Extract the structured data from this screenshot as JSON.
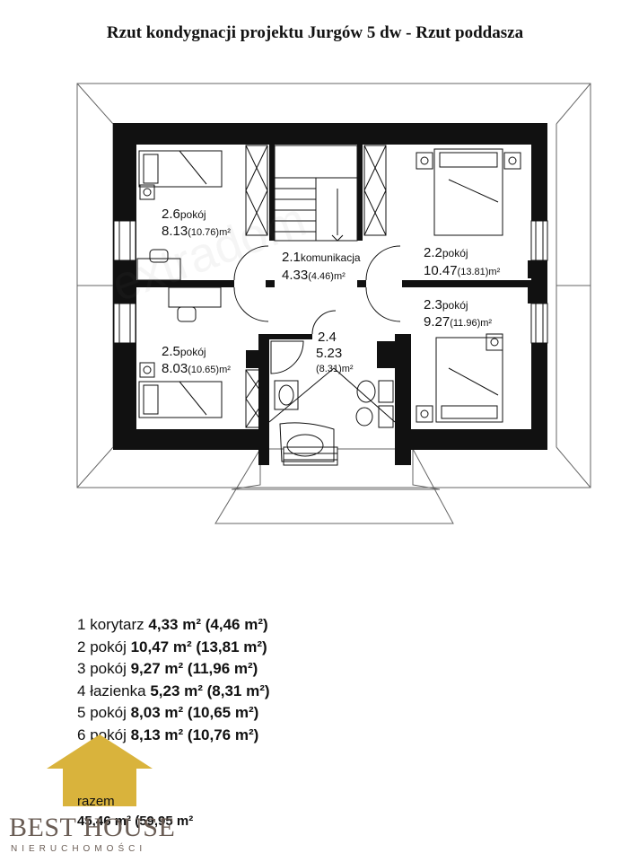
{
  "title": "Rzut kondygnacji projektu Jurgów 5 dw - Rzut poddasza",
  "watermark": "extradom",
  "rooms": [
    {
      "num": "2.6",
      "name": "pokój",
      "area": "8.13",
      "gross": "(10.76)",
      "unit": "m²"
    },
    {
      "num": "2.1",
      "name": "komunikacja",
      "area": "4.33",
      "gross": "(4.46)",
      "unit": "m²"
    },
    {
      "num": "2.2",
      "name": "pokój",
      "area": "10.47",
      "gross": "(13.81)",
      "unit": "m²"
    },
    {
      "num": "2.3",
      "name": "pokój",
      "area": "9.27",
      "gross": "(11.96)",
      "unit": "m²"
    },
    {
      "num": "2.5",
      "name": "pokój",
      "area": "8.03",
      "gross": "(10.65)",
      "unit": "m²"
    },
    {
      "num": "2.4",
      "name": "",
      "area": "5.23",
      "gross": "(8.31)",
      "unit": "m²"
    }
  ],
  "legend": [
    {
      "num": "1",
      "name": "korytarz",
      "area": "4,33 m²",
      "gross": "(4,46 m²)"
    },
    {
      "num": "2",
      "name": "pokój",
      "area": "10,47 m²",
      "gross": "(13,81 m²)"
    },
    {
      "num": "3",
      "name": "pokój",
      "area": "9,27 m²",
      "gross": "(11,96 m²)"
    },
    {
      "num": "4",
      "name": "łazienka",
      "area": "5,23 m²",
      "gross": "(8,31 m²)"
    },
    {
      "num": "5",
      "name": "pokój",
      "area": "8,03 m²",
      "gross": "(10,65 m²)"
    },
    {
      "num": "6",
      "name": "pokój",
      "area": "8,13 m²",
      "gross": "(10,76 m²)"
    }
  ],
  "total": {
    "label": "razem",
    "value": "45,46 m² (59,95 m²"
  },
  "brand": {
    "name": "BEST HOUSE",
    "subtitle": "NIERUCHOMOŚCI",
    "color": "#6a5d55",
    "house_color": "#d9b33c"
  }
}
